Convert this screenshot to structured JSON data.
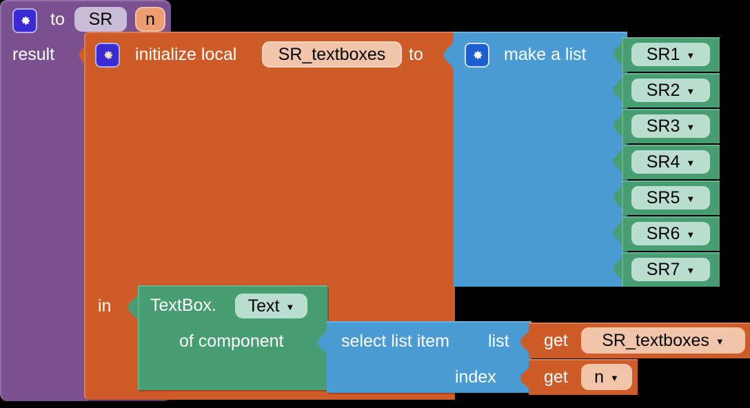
{
  "theme": {
    "procedure_color": "#7b5091",
    "variable_color": "#cd5c29",
    "list_color": "#4a9bd4",
    "component_color": "#479e72",
    "field_light": "#c9bcd6",
    "field_peach": "#ec9d72",
    "field_mint": "#b9ded0",
    "field_salmon": "#f2c4a9",
    "text_light": "#ffffff",
    "text_dark": "#000000",
    "background": "#000000"
  },
  "procedure": {
    "mutator_icon": "gear-icon",
    "to_label": "to",
    "name": "SR",
    "parameters": [
      {
        "name": "n"
      }
    ],
    "result_label": "result"
  },
  "initialize_local": {
    "mutator_icon": "gear-icon",
    "keyword": "initialize local",
    "variable_name": "SR_textboxes",
    "to_label": "to",
    "in_label": "in"
  },
  "make_a_list": {
    "mutator_icon": "gear-icon",
    "label": "make a list",
    "items": [
      {
        "value": "SR1",
        "dropdown_icon": "chevron-down-icon"
      },
      {
        "value": "SR2",
        "dropdown_icon": "chevron-down-icon"
      },
      {
        "value": "SR3",
        "dropdown_icon": "chevron-down-icon"
      },
      {
        "value": "SR4",
        "dropdown_icon": "chevron-down-icon"
      },
      {
        "value": "SR5",
        "dropdown_icon": "chevron-down-icon"
      },
      {
        "value": "SR6",
        "dropdown_icon": "chevron-down-icon"
      },
      {
        "value": "SR7",
        "dropdown_icon": "chevron-down-icon"
      }
    ]
  },
  "set_property": {
    "component_type_label": "TextBox.",
    "property": "Text",
    "property_dropdown_icon": "chevron-down-icon",
    "of_component_label": "of component"
  },
  "select_list_item": {
    "label": "select list item",
    "list_label": "list",
    "index_label": "index"
  },
  "get_list_value": {
    "keyword": "get",
    "variable": "SR_textboxes",
    "dropdown_icon": "chevron-down-icon"
  },
  "get_index_value": {
    "keyword": "get",
    "variable": "n",
    "dropdown_icon": "chevron-down-icon"
  }
}
